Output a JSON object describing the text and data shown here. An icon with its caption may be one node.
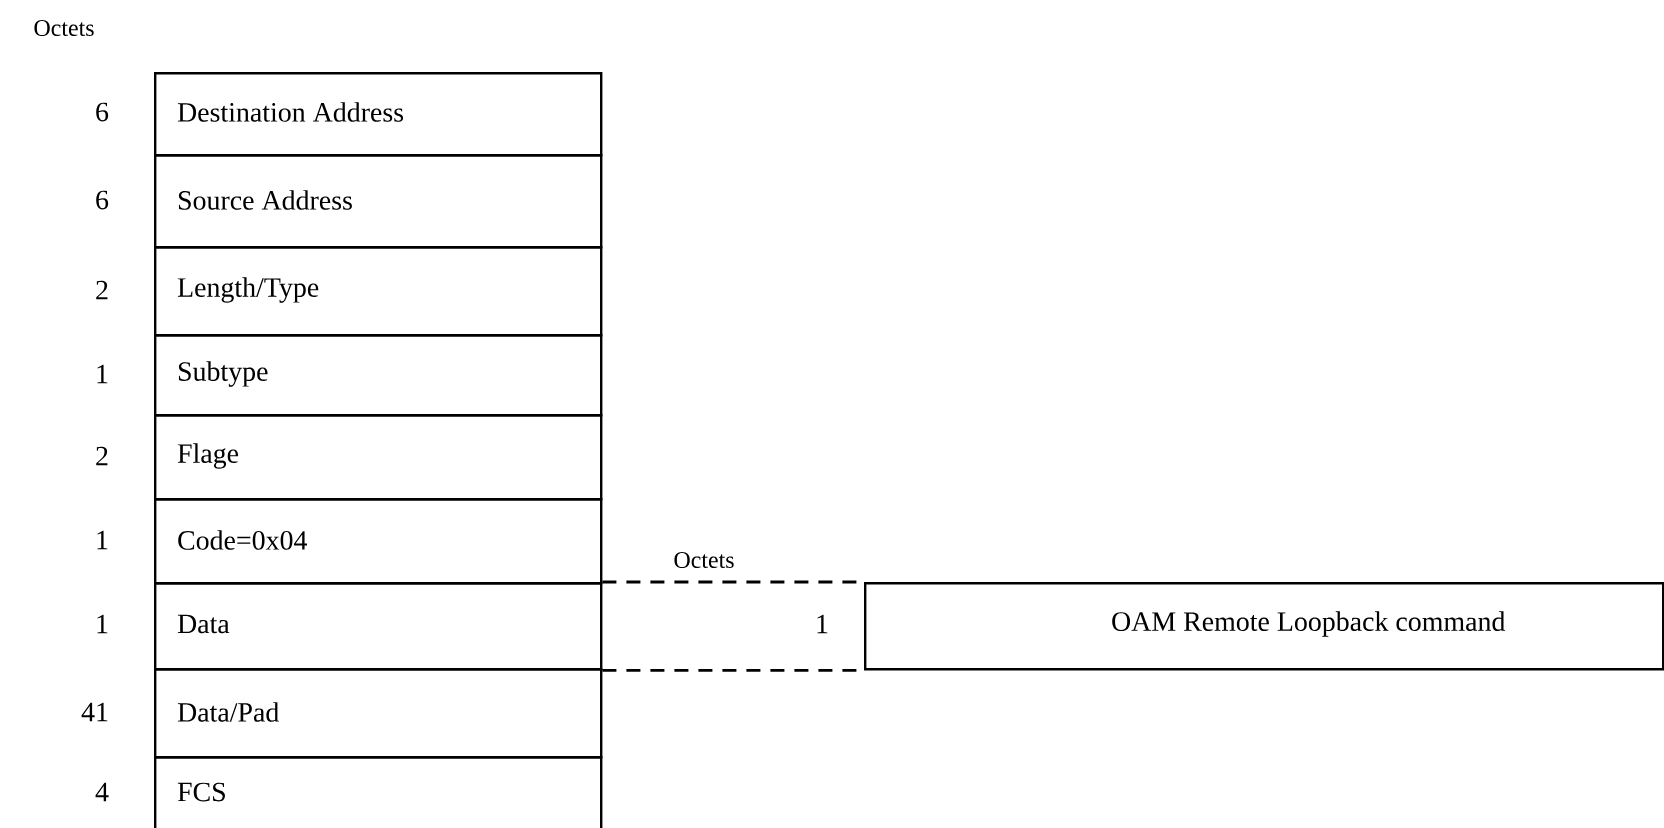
{
  "diagram": {
    "nodes": [
      {
        "text": [
          "Destination Address"
        ],
        "beside": [
          "6"
        ]
      },
      {
        "text": [
          "Source Address"
        ],
        "beside": [
          "6"
        ]
      },
      {
        "text": [
          "Length/Type"
        ],
        "beside": [
          "2"
        ]
      },
      {
        "text": [
          "Subtype"
        ],
        "beside": [
          "1"
        ]
      },
      {
        "text": [
          "Flage"
        ],
        "beside": [
          "2"
        ]
      },
      {
        "text": [
          "Code=0x04"
        ],
        "beside": [
          "1"
        ]
      },
      {
        "text": [
          "Data"
        ],
        "beside": [
          "1"
        ]
      },
      {
        "text": [
          "Data/Pad"
        ],
        "beside": [
          "41"
        ]
      },
      {
        "text": [
          "FCS"
        ],
        "beside": [
          "4"
        ]
      },
      {
        "text": [
          "OAM Remote Loopback command"
        ],
        "beside": [
          "1"
        ]
      }
    ],
    "edges": [
      {
        "from": 6,
        "to": 9,
        "arrow": "none",
        "style": "dashed"
      },
      {
        "from": 6,
        "to": 9,
        "arrow": "none",
        "style": "dashed"
      }
    ],
    "labels": [
      "Octets",
      "Octets"
    ]
  }
}
